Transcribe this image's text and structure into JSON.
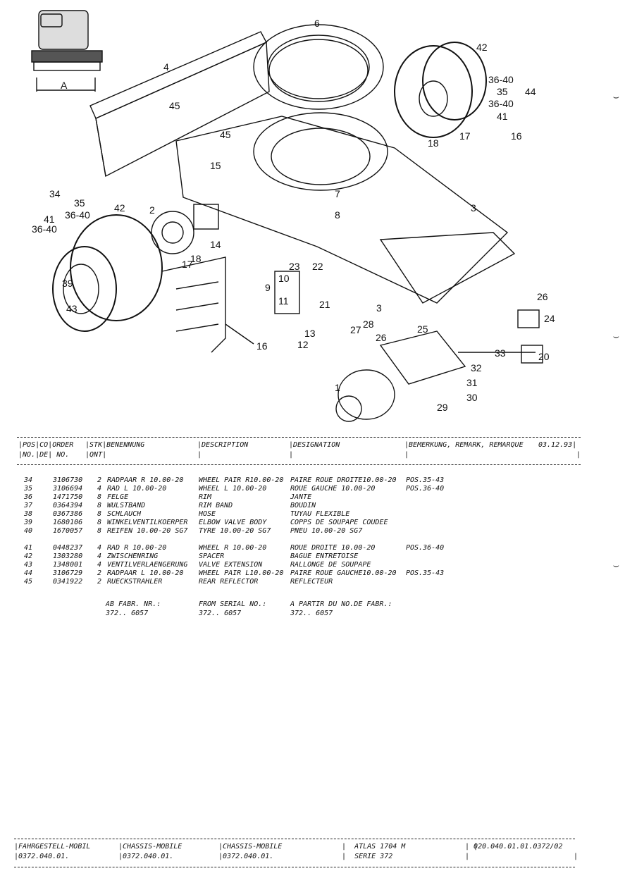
{
  "diagram": {
    "detail_label": "A",
    "callouts": [
      "6",
      "42",
      "36-40",
      "35",
      "36-40",
      "41",
      "44",
      "16",
      "17",
      "18",
      "4",
      "45",
      "45",
      "15",
      "34",
      "35",
      "41",
      "36-40",
      "36-40",
      "42",
      "2",
      "7",
      "8",
      "3",
      "14",
      "18",
      "17",
      "23",
      "22",
      "10",
      "9",
      "11",
      "21",
      "3",
      "26",
      "24",
      "13",
      "12",
      "27",
      "28",
      "26",
      "25",
      "16",
      "39",
      "43",
      "33",
      "20",
      "32",
      "31",
      "30",
      "29",
      "1"
    ]
  },
  "header": {
    "col1a": "POS",
    "col1b": "NO.",
    "col2a": "CO",
    "col2b": "DE",
    "col3a": "ORDER",
    "col3b": "NO.",
    "col4a": "STK",
    "col4b": "QNT",
    "col5": "BENENNUNG",
    "col6": "DESCRIPTION",
    "col7": "DESIGNATION",
    "col8": "BEMERKUNG, REMARK, REMARQUE",
    "date": "03.12.93"
  },
  "parts": [
    {
      "pos": "34",
      "order": "3106730",
      "qty": "2",
      "benennung": "RADPAAR R 10.00-20",
      "description": "WHEEL PAIR R10.00-20",
      "designation": "PAIRE ROUE DROITE10.00-20",
      "remark": "POS.35-43"
    },
    {
      "pos": "35",
      "order": "3106694",
      "qty": "4",
      "benennung": "RAD L 10.00-20",
      "description": "WHEEL L 10.00-20",
      "designation": "ROUE GAUCHE 10.00-20",
      "remark": "POS.36-40"
    },
    {
      "pos": "36",
      "order": "1471750",
      "qty": "8",
      "benennung": "FELGE",
      "description": "RIM",
      "designation": "JANTE",
      "remark": ""
    },
    {
      "pos": "37",
      "order": "0364394",
      "qty": "8",
      "benennung": "WULSTBAND",
      "description": "RIM BAND",
      "designation": "BOUDIN",
      "remark": ""
    },
    {
      "pos": "38",
      "order": "0367386",
      "qty": "8",
      "benennung": "SCHLAUCH",
      "description": "HOSE",
      "designation": "TUYAU FLEXIBLE",
      "remark": ""
    },
    {
      "pos": "39",
      "order": "1680106",
      "qty": "8",
      "benennung": "WINKELVENTILKOERPER",
      "description": "ELBOW VALVE BODY",
      "designation": "COPPS DE SOUPAPE COUDEE",
      "remark": ""
    },
    {
      "pos": "40",
      "order": "1670057",
      "qty": "8",
      "benennung": "REIFEN 10.00-20  SG7",
      "description": "TYRE 10.00-20  SG7",
      "designation": "PNEU 10.00-20  SG7",
      "remark": ""
    },
    {
      "pos": "41",
      "order": "0448237",
      "qty": "4",
      "benennung": "RAD R 10.00-20",
      "description": "WHEEL R 10.00-20",
      "designation": "ROUE DROITE 10.00-20",
      "remark": "POS.36-40"
    },
    {
      "pos": "42",
      "order": "1303280",
      "qty": "4",
      "benennung": "ZWISCHENRING",
      "description": "SPACER",
      "designation": "BAGUE ENTRETOISE",
      "remark": ""
    },
    {
      "pos": "43",
      "order": "1348001",
      "qty": "4",
      "benennung": "VENTILVERLAENGERUNG",
      "description": "VALVE EXTENSION",
      "designation": "RALLONGE DE SOUPAPE",
      "remark": ""
    },
    {
      "pos": "44",
      "order": "3106729",
      "qty": "2",
      "benennung": "RADPAAR L 10.00-20",
      "description": "WHEEL PAIR L10.00-20",
      "designation": "PAIRE ROUE GAUCHE10.00-20",
      "remark": "POS.35-43"
    },
    {
      "pos": "45",
      "order": "0341922",
      "qty": "2",
      "benennung": "RUECKSTRAHLER",
      "description": "REAR REFLECTOR",
      "designation": "REFLECTEUR",
      "remark": ""
    }
  ],
  "serial": {
    "de_label": "AB FABR. NR.:",
    "de_value": "372.. 6057",
    "en_label": "FROM SERIAL NO.:",
    "en_value": "372.. 6057",
    "fr_label": "A PARTIR DU NO.DE FABR.:",
    "fr_value": "372.. 6057"
  },
  "footer": {
    "de_title": "FAHRGESTELL-MOBIL",
    "de_code": "0372.040.01.",
    "en_title": "CHASSIS-MOBILE",
    "en_code": "0372.040.01.",
    "fr_title": "CHASSIS-MOBILE",
    "fr_code": "0372.040.01.",
    "model": "ATLAS 1704 M",
    "series": "SERIE 372",
    "doc_number": "020.040.01.01.0372/02"
  }
}
